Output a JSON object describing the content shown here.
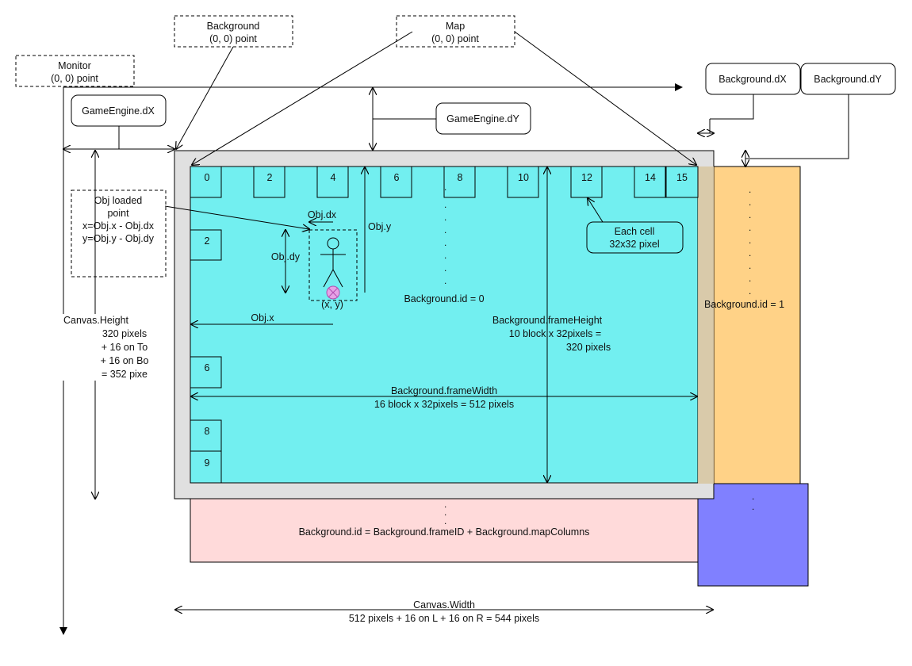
{
  "boxes": {
    "monitor": [
      "Monitor",
      "(0, 0) point"
    ],
    "background_origin": [
      "Background",
      "(0, 0) point"
    ],
    "map_origin": [
      "Map",
      "(0, 0) point"
    ],
    "obj_loaded": [
      "Obj loaded",
      "point",
      "x=Obj.x - Obj.dx",
      "y=Obj.y - Obj.dy"
    ]
  },
  "pills": {
    "engine_dx": "GameEngine.dX",
    "engine_dy": "GameEngine.dY",
    "bg_dx": "Background.dX",
    "bg_dy": "Background.dY",
    "each_cell": [
      "Each cell",
      "32x32 pixel"
    ]
  },
  "cells": {
    "top": [
      "0",
      "2",
      "4",
      "6",
      "8",
      "10",
      "12",
      "14",
      "15"
    ],
    "left": [
      "2",
      "6",
      "8",
      "9"
    ]
  },
  "labels": {
    "obj_dx": "Obj.dx",
    "obj_dy": "Obj.dy",
    "obj_y": "Obj.y",
    "obj_x": "Obj.x",
    "xy": "(x, y)",
    "bg_id_0": "Background.id = 0",
    "bg_id_1": "Background.id = 1",
    "frame_height": [
      "Background.frameHeight",
      "10 block x 32pixels =",
      "320 pixels"
    ],
    "frame_width": [
      "Background.frameWidth",
      "16 block x 32pixels = 512 pixels"
    ],
    "canvas_height": [
      "Canvas.Height",
      "320 pixels",
      "+ 16 on To",
      "+ 16 on Bo",
      "= 352 pixe"
    ],
    "bg_id_formula": "Background.id = Background.frameID + Background.mapColumns",
    "canvas_width": [
      "Canvas.Width",
      "512 pixels + 16 on L + 16 on R = 544 pixels"
    ]
  },
  "colors": {
    "canvas_gray": "#e0e0e0",
    "map_cyan": "#72eff0",
    "bg1_orange": "#ffd287",
    "bg_pink": "#ffdada",
    "bg_blue": "#8080ff",
    "marker_magenta": "#e6a3e6"
  }
}
